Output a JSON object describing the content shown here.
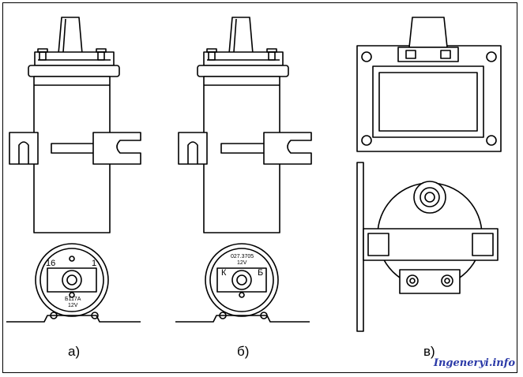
{
  "captions": {
    "a": "а)",
    "b": "б)",
    "c": "в)"
  },
  "coil_a": {
    "label_left": "16",
    "label_right": "1",
    "model": "Б117А",
    "voltage": "12V"
  },
  "coil_b": {
    "label_left": "К",
    "label_right": "Б",
    "model": "027.3705",
    "voltage": "12V"
  },
  "watermark": "Ingeneryi.info",
  "colors": {
    "line": "#000000",
    "watermark": "#2b3aa8"
  }
}
